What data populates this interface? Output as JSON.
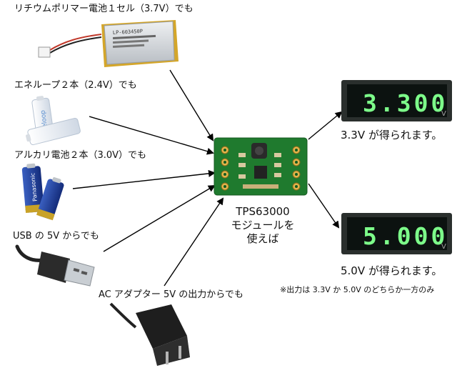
{
  "sources": {
    "lipo": "リチウムポリマー電池１セル（3.7V）でも",
    "eneloop": "エネループ２本（2.4V）でも",
    "alkaline": "アルカリ電池２本（3.0V）でも",
    "usb": "USB の 5V からでも",
    "ac": "AC アダプター 5V の出力からでも"
  },
  "module": {
    "line1": "TPS63000",
    "line2": "モジュールを",
    "line3": "使えば"
  },
  "outputs": {
    "out1_display": "3.300",
    "out1_unit": "V",
    "out1_caption": "3.3V が得られます。",
    "out2_display": "5.000",
    "out2_unit": "V",
    "out2_caption": "5.0V が得られます。"
  },
  "note": "※出力は 3.3V か 5.0V のどちらか一方のみ",
  "battery_labels": {
    "lipo_print": "LP-603450P",
    "eneloop_brand": "eneloop",
    "alkaline_brand": "Panasonic"
  },
  "colors": {
    "pcb_green": "#1f7a2e",
    "display_bg": "#0c1210",
    "segment_green": "#7dff8a"
  }
}
